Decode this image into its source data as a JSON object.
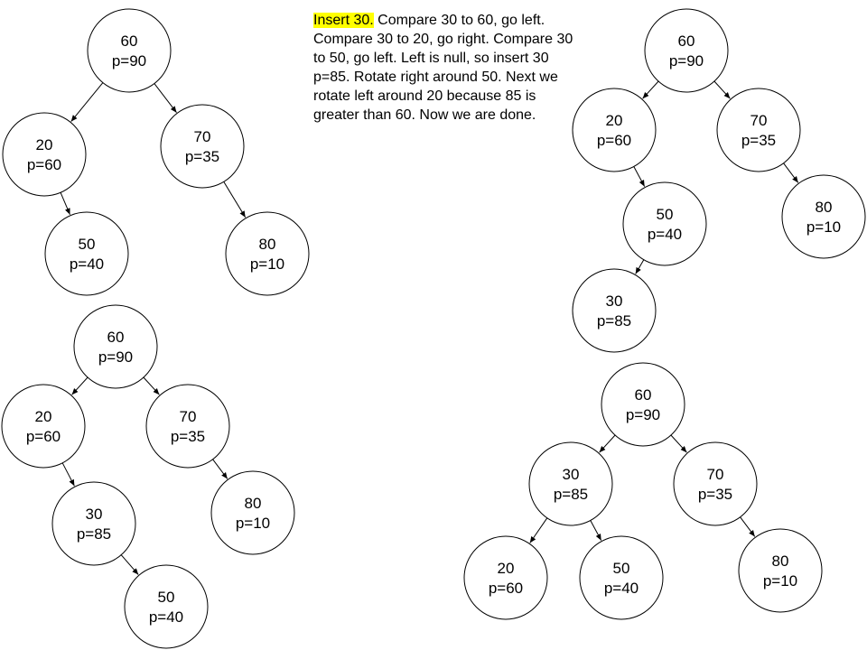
{
  "explanation": {
    "highlight": "Insert 30.",
    "body": " Compare 30 to 60, go left. Compare 30 to 20, go right. Compare 30 to 50, go left. Left is null, so insert 30 p=85. Rotate right around 50. Next we rotate left around 20 because 85 is greater than 60. Now we are done.",
    "highlight_color": "#ffff00"
  },
  "trees": [
    {
      "name": "tree-initial",
      "nodes": [
        {
          "id": "a60",
          "key": "60",
          "priority": "p=90"
        },
        {
          "id": "a20",
          "key": "20",
          "priority": "p=60"
        },
        {
          "id": "a70",
          "key": "70",
          "priority": "p=35"
        },
        {
          "id": "a50",
          "key": "50",
          "priority": "p=40"
        },
        {
          "id": "a80",
          "key": "80",
          "priority": "p=10"
        }
      ],
      "edges": [
        [
          "a60",
          "a20"
        ],
        [
          "a60",
          "a70"
        ],
        [
          "a20",
          "a50"
        ],
        [
          "a70",
          "a80"
        ]
      ]
    },
    {
      "name": "tree-after-insert",
      "nodes": [
        {
          "id": "b60",
          "key": "60",
          "priority": "p=90"
        },
        {
          "id": "b20",
          "key": "20",
          "priority": "p=60"
        },
        {
          "id": "b70",
          "key": "70",
          "priority": "p=35"
        },
        {
          "id": "b50",
          "key": "50",
          "priority": "p=40"
        },
        {
          "id": "b80",
          "key": "80",
          "priority": "p=10"
        },
        {
          "id": "b30",
          "key": "30",
          "priority": "p=85"
        }
      ],
      "edges": [
        [
          "b60",
          "b20"
        ],
        [
          "b60",
          "b70"
        ],
        [
          "b20",
          "b50"
        ],
        [
          "b70",
          "b80"
        ],
        [
          "b50",
          "b30"
        ]
      ]
    },
    {
      "name": "tree-after-rotate-right",
      "nodes": [
        {
          "id": "c60",
          "key": "60",
          "priority": "p=90"
        },
        {
          "id": "c20",
          "key": "20",
          "priority": "p=60"
        },
        {
          "id": "c70",
          "key": "70",
          "priority": "p=35"
        },
        {
          "id": "c30",
          "key": "30",
          "priority": "p=85"
        },
        {
          "id": "c80",
          "key": "80",
          "priority": "p=10"
        },
        {
          "id": "c50",
          "key": "50",
          "priority": "p=40"
        }
      ],
      "edges": [
        [
          "c60",
          "c20"
        ],
        [
          "c60",
          "c70"
        ],
        [
          "c20",
          "c30"
        ],
        [
          "c70",
          "c80"
        ],
        [
          "c30",
          "c50"
        ]
      ]
    },
    {
      "name": "tree-final",
      "nodes": [
        {
          "id": "d60",
          "key": "60",
          "priority": "p=90"
        },
        {
          "id": "d30",
          "key": "30",
          "priority": "p=85"
        },
        {
          "id": "d70",
          "key": "70",
          "priority": "p=35"
        },
        {
          "id": "d20",
          "key": "20",
          "priority": "p=60"
        },
        {
          "id": "d50",
          "key": "50",
          "priority": "p=40"
        },
        {
          "id": "d80",
          "key": "80",
          "priority": "p=10"
        }
      ],
      "edges": [
        [
          "d60",
          "d30"
        ],
        [
          "d60",
          "d70"
        ],
        [
          "d30",
          "d20"
        ],
        [
          "d30",
          "d50"
        ],
        [
          "d70",
          "d80"
        ]
      ]
    }
  ]
}
